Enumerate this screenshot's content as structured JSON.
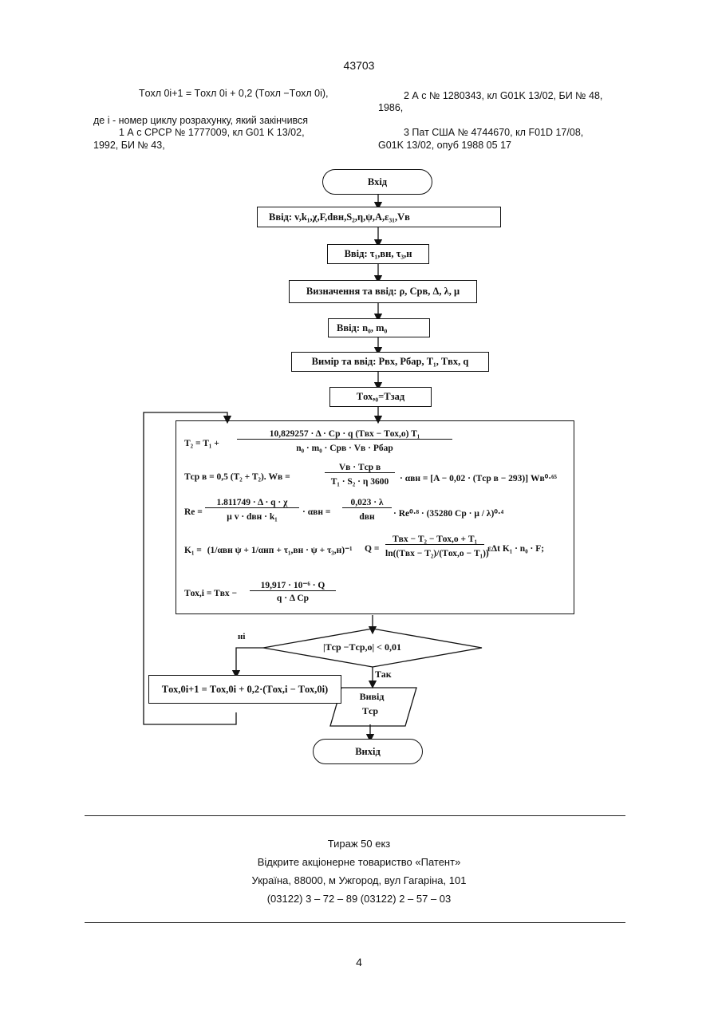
{
  "header": {
    "page_id": "43703",
    "left_formula": "Tохл 0i+1 = Tохл 0i + 0,2  (Tохл −Tохл 0i),",
    "left_note": "де i - номер циклу розрахунку, який закінчився",
    "left_ref1_line1": "1 А с СРСР № 1777009, кл G01 K 13/02,",
    "left_ref1_line2": "1992, БИ № 43,",
    "right_ref2_line1": "2 А с № 1280343, кл G01K 13/02, БИ № 48,",
    "right_ref2_line2": "1986,",
    "right_ref3_line1": "3 Пат США № 4744670, кл F01D 17/08,",
    "right_ref3_line2": "G01K 13/02, опуб 1988 05 17"
  },
  "flowchart": {
    "start": "Вхід",
    "input1": "Ввід: v,k₁,χ,F,dвн,S₂,η,ψ,A,ε₃₁,Vв",
    "input2": "Ввід: τ₁,вн, τ₃,н",
    "define": "Визначення та ввід: ρ, Cрв, Δ, λ, μ",
    "input3": "Ввід: n₀, m₀",
    "measure": "Вимір та ввід: Pвх, Pбар, T₁, Tвх, q",
    "init": "Tох,₀=Tзад",
    "formulas": {
      "f1_lhs": "T₂ = T₁ +",
      "f1_num": "10,829257 · Δ · Cр · q  (Tвх − Tох,о)  T₁",
      "f1_den": "n₀ · m₀ · Cрв · Vв · Pбар",
      "f2": "Tср в = 0,5 (T₂ + T₂).  Wв =",
      "f2_num": "Vв · Tср в",
      "f2_den": "T₁ · S₂ · η  3600",
      "f2_tail": "· αвн = [A − 0,02 · (Tср в − 293)] Wв⁰·⁶⁵",
      "f3_lhs": "Re =",
      "f3_num": "1.811749 · Δ · q · χ",
      "f3_den": "μ  v · dвн · k₁",
      "f3_mid": "· αвн =",
      "f3_num2": "0,023 · λ",
      "f3_den2": "dвн",
      "f3_tail": "· Re⁰·⁸ · (35280 Cр · μ / λ)⁰·⁴",
      "f4_lhs": "K₁ =",
      "f4_body": "(1/αвн ψ + 1/αнп + τ₁,вн · ψ + τ₃,н)⁻¹",
      "f4_q": "Q =",
      "f4_qnum": "Tвх − T₂ − Tох,о + T₁",
      "f4_qden": "ln((Tвх − T₂)/(Tох,о − T₁))",
      "f4_tail": "εΔt  K₁ · n₀ · F;",
      "f5_lhs": "Tох,i = Tвх −",
      "f5_num": "19,917 · 10⁻⁶ · Q",
      "f5_den": "q · Δ  Cр"
    },
    "decision": "|Tср −Tср,о| < 0,01",
    "no_label": "ні",
    "yes_label": "Так",
    "update": "Tох,0i+1 = Tох,0i + 0,2·(Tох,i − Tох,0i)",
    "output_line1": "Вивід",
    "output_line2": "Tср",
    "end": "Вихід"
  },
  "footer": {
    "line1": "Тираж 50 екз",
    "line2": "Відкрите акціонерне товариство «Патент»",
    "line3": "Україна, 88000, м  Ужгород, вул  Гагаріна, 101",
    "line4": "(03122) 3 – 72 – 89  (03122) 2 – 57 – 03",
    "page_number": "4"
  }
}
